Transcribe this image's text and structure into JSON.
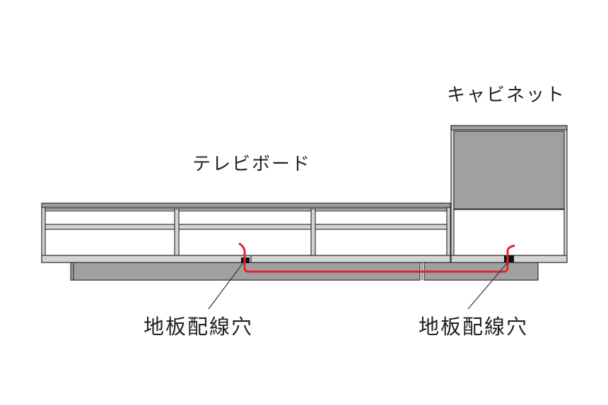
{
  "labels": {
    "tv_board": "テレビボード",
    "cabinet": "キャビネット",
    "hole_left": "地板配線穴",
    "hole_right": "地板配線穴"
  },
  "colors": {
    "outline": "#333333",
    "panel_fill": "#a0a0a0",
    "frame_fill": "#d4d4d4",
    "interior": "#ffffff",
    "cable": "#e0242c",
    "hole": "#111111"
  }
}
